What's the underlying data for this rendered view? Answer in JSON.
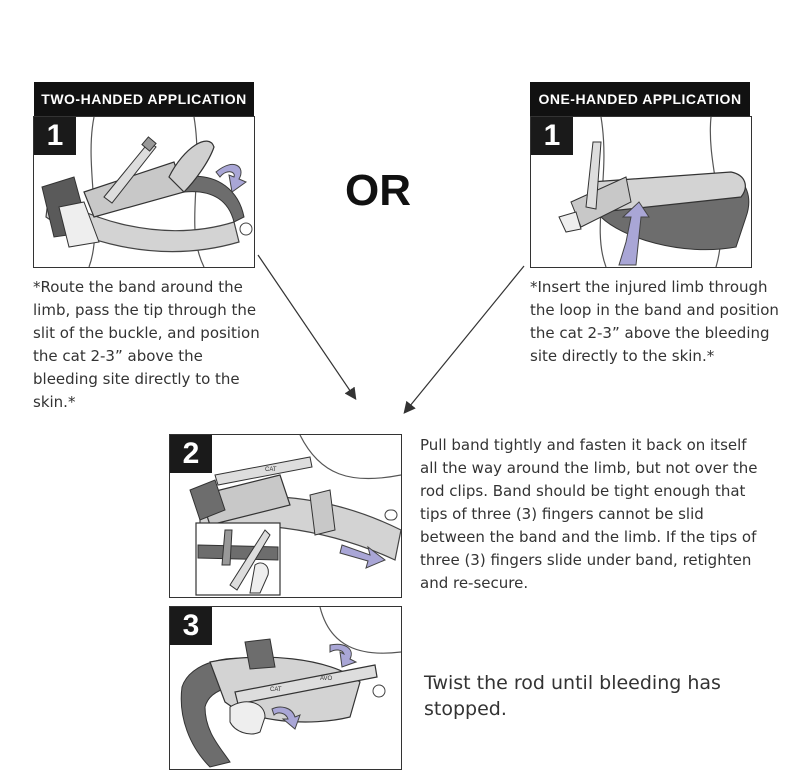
{
  "two_handed": {
    "header": "TWO-HANDED APPLICATION",
    "step_number": "1",
    "caption": "*Route the band around the limb, pass the tip through the slit of the buckle, and position the cat 2-3” above the bleeding site directly to the skin.*"
  },
  "one_handed": {
    "header": "ONE-HANDED APPLICATION",
    "step_number": "1",
    "caption": "*Insert the injured limb through the loop in the band and position the cat 2-3” above the bleeding site directly to the skin.*"
  },
  "or_label": "OR",
  "step2": {
    "number": "2",
    "text": "Pull band tightly and fasten it back on itself all the way around the limb, but not over the rod clips. Band should be tight enough that tips of three (3) fingers cannot be slid between the band and the limb. If the tips of three (3) fingers slide under band, retighten and re-secure."
  },
  "step3": {
    "number": "3",
    "text": "Twist the rod until bleeding has stopped."
  },
  "illustration_labels": {
    "rod_label": "CAT",
    "rod_label_mirrored": "AVO"
  },
  "colors": {
    "arrow_fill": "#a9a6d6",
    "header_bg": "#111111",
    "band_gray": "#d3d3d3",
    "band_dark": "#6d6d6d"
  }
}
